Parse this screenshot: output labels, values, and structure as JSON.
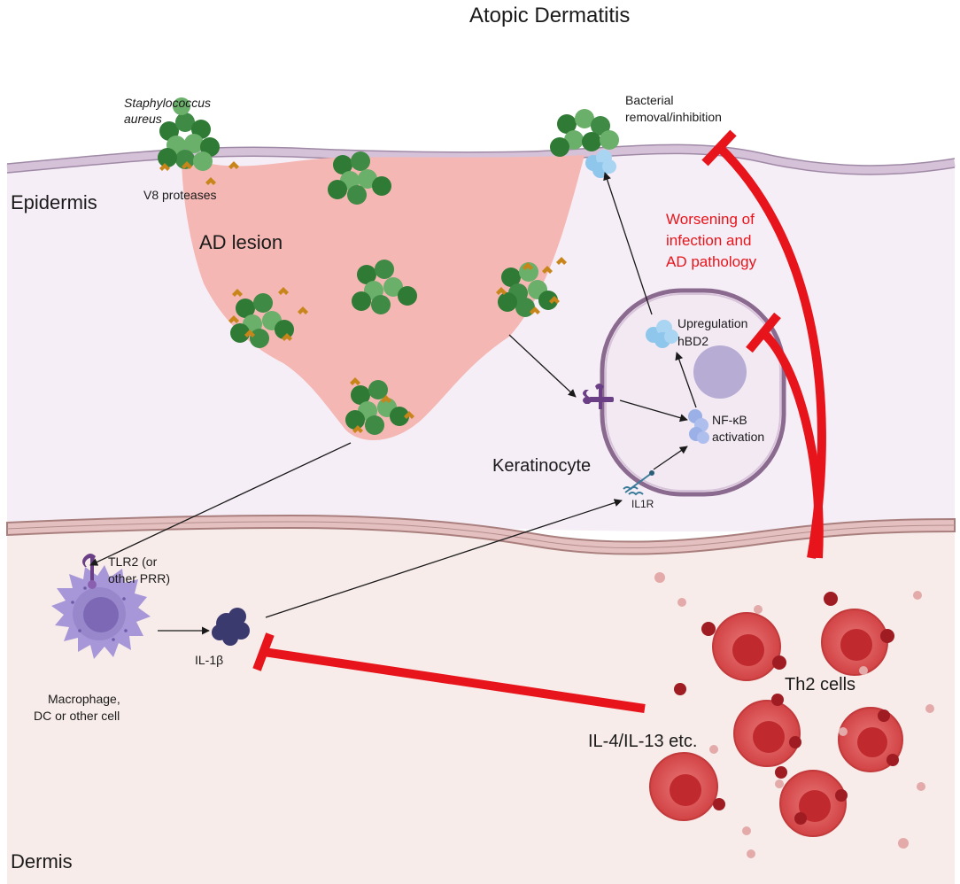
{
  "title": "Atopic Dermatitis",
  "labels": {
    "staph_line1": "Staphylococcus",
    "staph_line2": "aureus",
    "v8": "V8 proteases",
    "epidermis": "Epidermis",
    "ad_lesion": "AD lesion",
    "bacterial_line1": "Bacterial",
    "bacterial_line2": "removal/inhibition",
    "worsening_line1": "Worsening of",
    "worsening_line2": "infection and",
    "worsening_line3": "AD pathology",
    "upregulation_line1": "Upregulation",
    "upregulation_line2": "hBD2",
    "nfkb_line1": "NF-κB",
    "nfkb_line2": "activation",
    "keratinocyte": "Keratinocyte",
    "il1r": "IL1R",
    "tlr2_line1": "TLR2 (or",
    "tlr2_line2": "other PRR)",
    "il1b": "IL-1β",
    "macrophage_line1": "Macrophage,",
    "macrophage_line2": "DC or other cell",
    "th2": "Th2 cells",
    "il4": "IL-4/IL-13 etc.",
    "dermis": "Dermis"
  },
  "colors": {
    "epidermis_bg": "#f6eef6",
    "dermis_bg": "#f7ece9",
    "membrane": "#a97f7e",
    "lesion": "#f4b7b3",
    "bacteria_dark": "#2f7a35",
    "bacteria_light": "#6aaf6a",
    "protease": "#c88519",
    "keratinocyte_border": "#8b6a8f",
    "keratinocyte_fill": "#f3e9f3",
    "nucleus": "#b6acd4",
    "hbd2": "#8fc6ec",
    "nfkb": "#9ab0e6",
    "receptor": "#6a3f86",
    "macrophage": "#a897d8",
    "il1b": "#3b3a6e",
    "inhibit": "#e8141b",
    "th2": "#d84a4c"
  }
}
